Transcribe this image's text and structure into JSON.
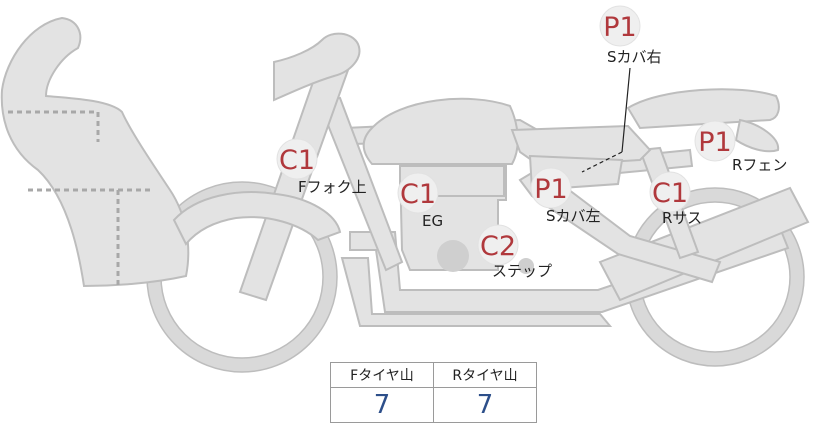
{
  "markers": [
    {
      "id": "f-fork-upper",
      "code": "C1",
      "label": "Fフォク上"
    },
    {
      "id": "engine",
      "code": "C1",
      "label": "EG"
    },
    {
      "id": "step",
      "code": "C2",
      "label": "ステップ"
    },
    {
      "id": "s-cover-left",
      "code": "P1",
      "label": "Sカバ左"
    },
    {
      "id": "s-cover-right",
      "code": "P1",
      "label": "Sカバ右"
    },
    {
      "id": "r-suspension",
      "code": "C1",
      "label": "Rサス"
    },
    {
      "id": "r-fender",
      "code": "P1",
      "label": "Rフェン"
    }
  ],
  "tire_tread": {
    "front_label": "Fタイヤ山",
    "rear_label": "Rタイヤ山",
    "front_value": "7",
    "rear_value": "7"
  },
  "colors": {
    "body": "#e3e3e3",
    "outline": "#bdbdbd",
    "marker_code": "#b0383c",
    "value_text": "#2d4f8a"
  }
}
